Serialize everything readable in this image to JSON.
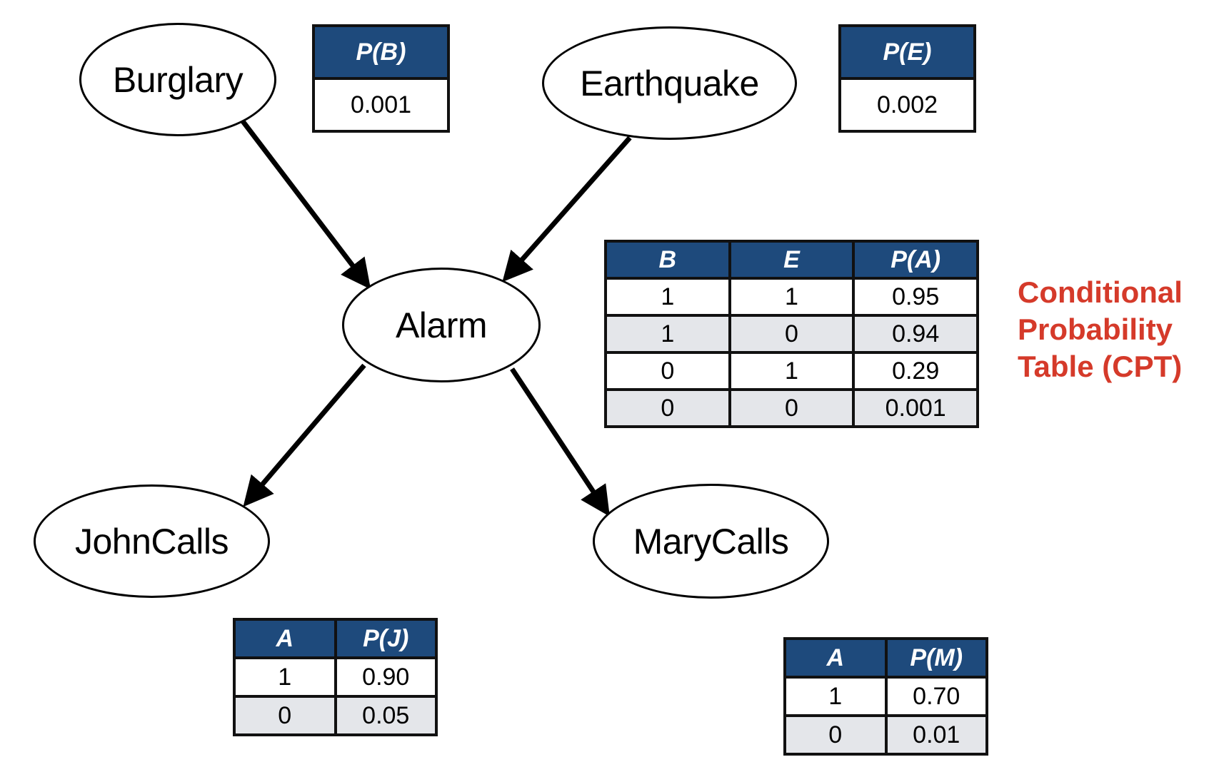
{
  "nodes": {
    "burglary": "Burglary",
    "earthquake": "Earthquake",
    "alarm": "Alarm",
    "johncalls": "JohnCalls",
    "marycalls": "MaryCalls"
  },
  "tables": {
    "pb": {
      "header": "P(B)",
      "value": "0.001"
    },
    "pe": {
      "header": "P(E)",
      "value": "0.002"
    },
    "pa": {
      "headers": [
        "B",
        "E",
        "P(A)"
      ],
      "rows": [
        [
          "1",
          "1",
          "0.95"
        ],
        [
          "1",
          "0",
          "0.94"
        ],
        [
          "0",
          "1",
          "0.29"
        ],
        [
          "0",
          "0",
          "0.001"
        ]
      ]
    },
    "pj": {
      "headers": [
        "A",
        "P(J)"
      ],
      "rows": [
        [
          "1",
          "0.90"
        ],
        [
          "0",
          "0.05"
        ]
      ]
    },
    "pm": {
      "headers": [
        "A",
        "P(M)"
      ],
      "rows": [
        [
          "1",
          "0.70"
        ],
        [
          "0",
          "0.01"
        ]
      ]
    }
  },
  "cpt_label": [
    "Conditional",
    "Probability",
    "Table (CPT)"
  ],
  "colors": {
    "header_bg": "#1e4a7c",
    "alt_row_bg": "#e4e6ea",
    "label": "#d53a2a"
  }
}
